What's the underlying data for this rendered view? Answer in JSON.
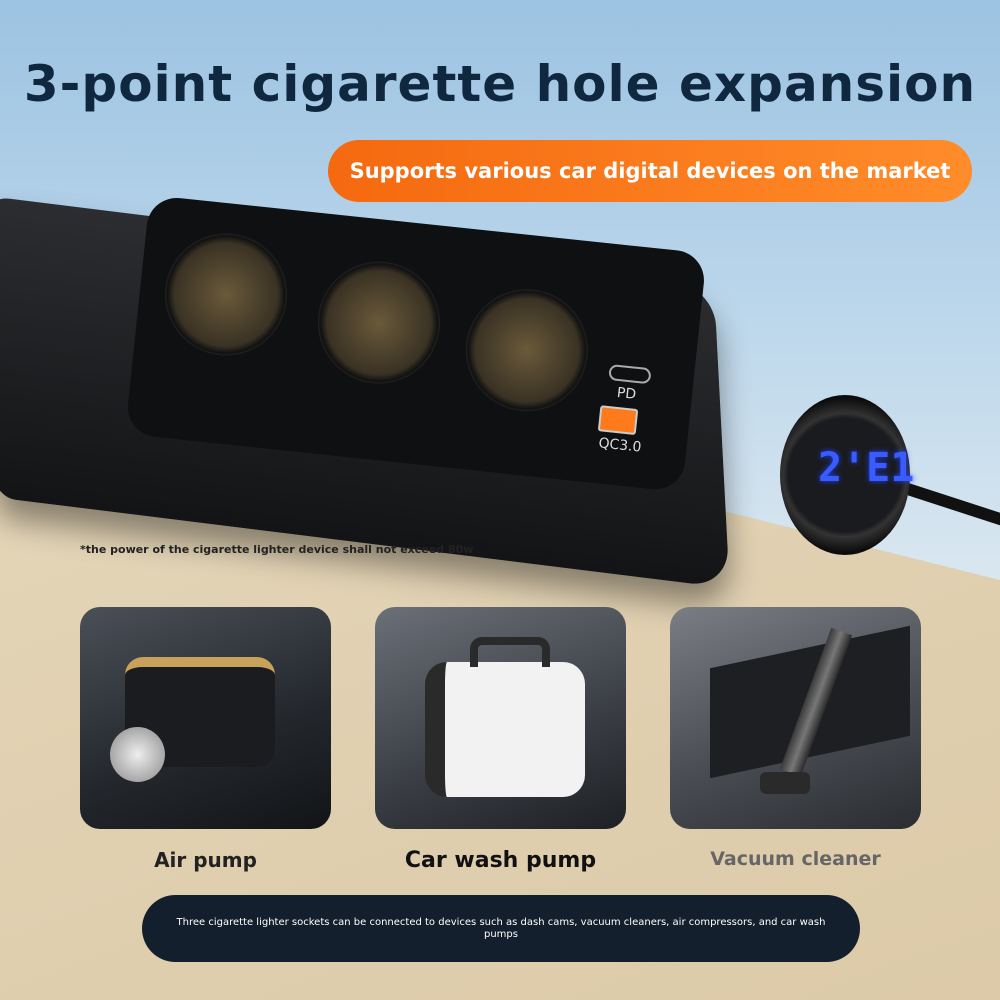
{
  "title": "3-point cigarette hole expansion",
  "subtitle_pill": "Supports various car digital devices on the market",
  "product": {
    "port_pd": "PD",
    "port_qc": "QC3.0",
    "display_reading": "2'E1"
  },
  "note": "*the power of the cigarette lighter device shall not exceed 80w",
  "devices": [
    {
      "label": "Air pump"
    },
    {
      "label": "Car wash pump"
    },
    {
      "label": "Vacuum cleaner"
    }
  ],
  "footer": "Three cigarette lighter sockets can be connected to devices such as dash cams, vacuum cleaners, air compressors, and car wash pumps",
  "colors": {
    "title": "#10283f",
    "accent": "#f5690f",
    "footer_bg": "#141f2d"
  }
}
